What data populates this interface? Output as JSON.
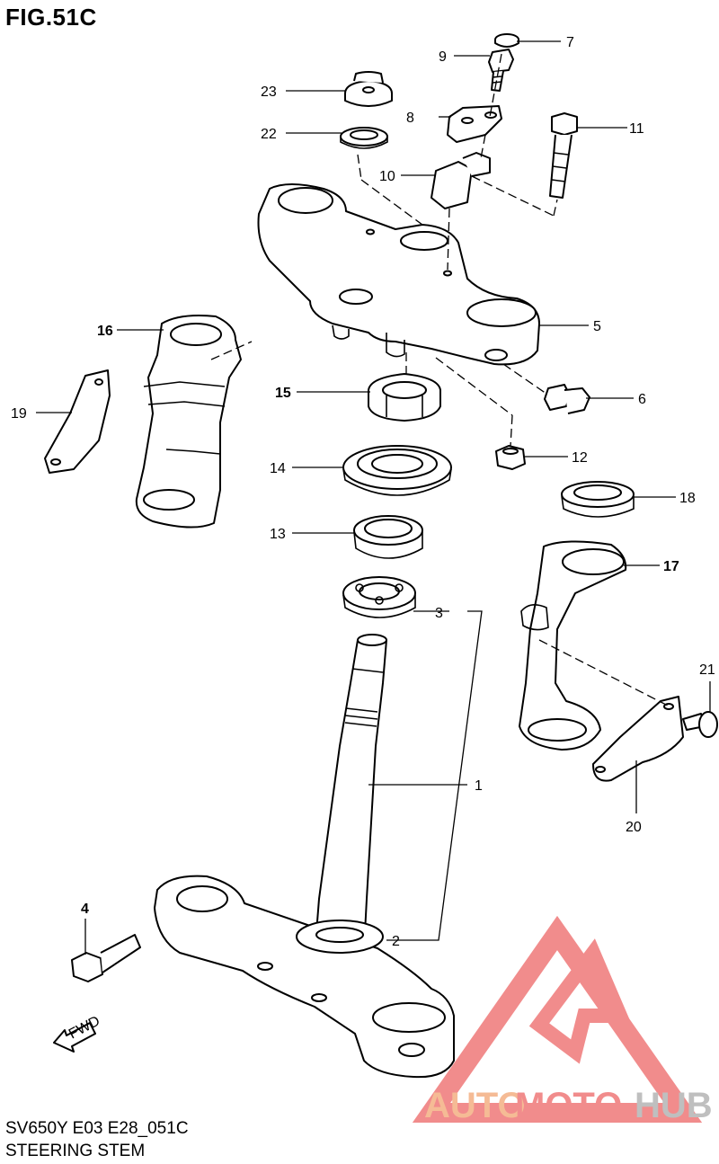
{
  "figure": {
    "title": "FIG.51C",
    "code": "SV650Y E03 E28_051C",
    "name": "STEERING STEM"
  },
  "callouts": [
    "1",
    "2",
    "3",
    "4",
    "5",
    "6",
    "7",
    "8",
    "9",
    "10",
    "11",
    "12",
    "13",
    "14",
    "15",
    "16",
    "17",
    "18",
    "19",
    "20",
    "21",
    "22",
    "23"
  ],
  "fwd_mark": "FWD",
  "watermark": {
    "brand_part1": "AUTO",
    "brand_part2": "MOTO",
    "brand_part3": "HUB",
    "color_orange": "#f5b48a",
    "color_red": "#f08080",
    "color_gray": "#b9b9b9"
  }
}
